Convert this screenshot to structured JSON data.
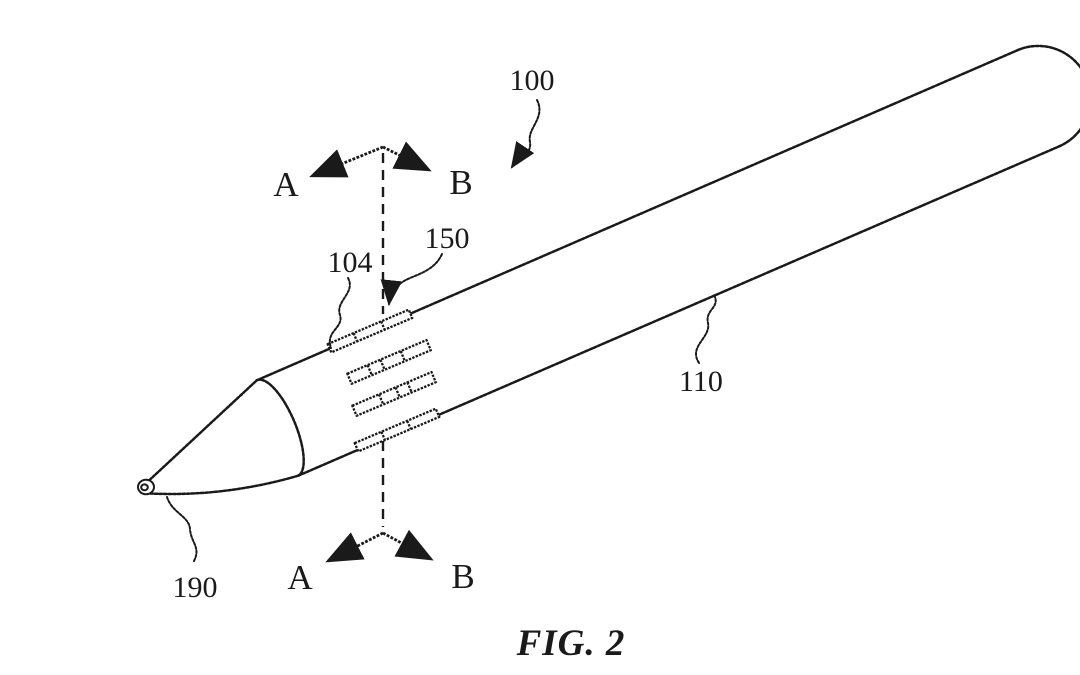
{
  "figure": {
    "caption": "FIG. 2",
    "subject": "stylus-device-perspective-view"
  },
  "reference_labels": {
    "r100": "100",
    "r104": "104",
    "r110": "110",
    "r150": "150",
    "r190": "190"
  },
  "section_markers": {
    "top": {
      "left": "A",
      "right": "B"
    },
    "bottom": {
      "left": "A",
      "right": "B"
    }
  },
  "colors": {
    "ink": "#1a1a1a",
    "background": "#ffffff"
  }
}
